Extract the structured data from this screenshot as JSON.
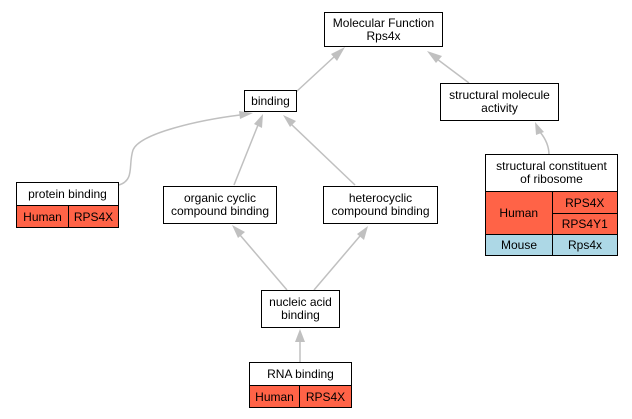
{
  "nodes": {
    "root": {
      "line1": "Molecular Function",
      "line2": "Rps4x"
    },
    "binding": {
      "label": "binding"
    },
    "structural_molecule_activity": {
      "line1": "structural molecule",
      "line2": "activity"
    },
    "protein_binding": {
      "label": "protein binding",
      "species": "Human",
      "gene": "RPS4X"
    },
    "organic_cyclic": {
      "line1": "organic cyclic",
      "line2": "compound binding"
    },
    "heterocyclic": {
      "line1": "heterocyclic",
      "line2": "compound binding"
    },
    "structural_constituent": {
      "line1": "structural constituent",
      "line2": "of ribosome",
      "human_label": "Human",
      "human_genes": [
        "RPS4X",
        "RPS4Y1"
      ],
      "mouse_label": "Mouse",
      "mouse_gene": "Rps4x"
    },
    "nucleic_acid_binding": {
      "line1": "nucleic acid",
      "line2": "binding"
    },
    "rna_binding": {
      "label": "RNA binding",
      "species": "Human",
      "gene": "RPS4X"
    }
  },
  "colors": {
    "human": "#ff6347",
    "mouse": "#add8e6",
    "edge": "#c0c0c0"
  }
}
